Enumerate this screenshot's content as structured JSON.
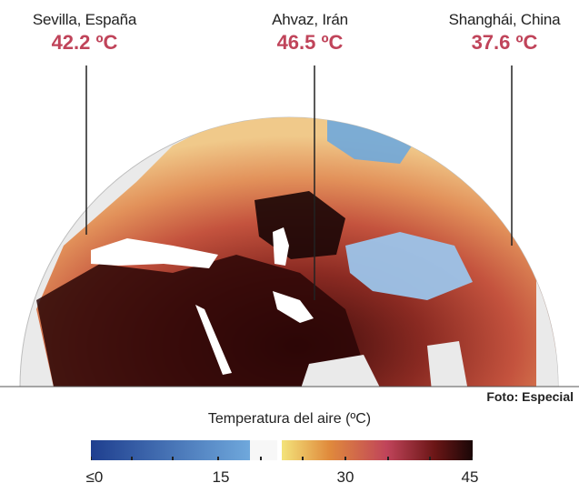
{
  "cities": [
    {
      "name": "Sevilla, España",
      "temperature": "42.2 ºC"
    },
    {
      "name": "Ahvaz, Irán",
      "temperature": "46.5 ºC"
    },
    {
      "name": "Shanghái, China",
      "temperature": "37.6 ºC"
    }
  ],
  "photo_credit": "Foto: Especial",
  "legend": {
    "title": "Temperatura del aire (ºC)",
    "tick_labels": [
      "≤0",
      "15",
      "30",
      "45"
    ],
    "colors": {
      "cold": "#1f3f8f",
      "cool": "#6fa8dc",
      "mild": "#f3e37a",
      "warm": "#e08a3c",
      "hot": "#c0445a",
      "very_hot": "#6b1616",
      "extreme": "#1a0707"
    }
  },
  "accent_color": "#c0445a"
}
